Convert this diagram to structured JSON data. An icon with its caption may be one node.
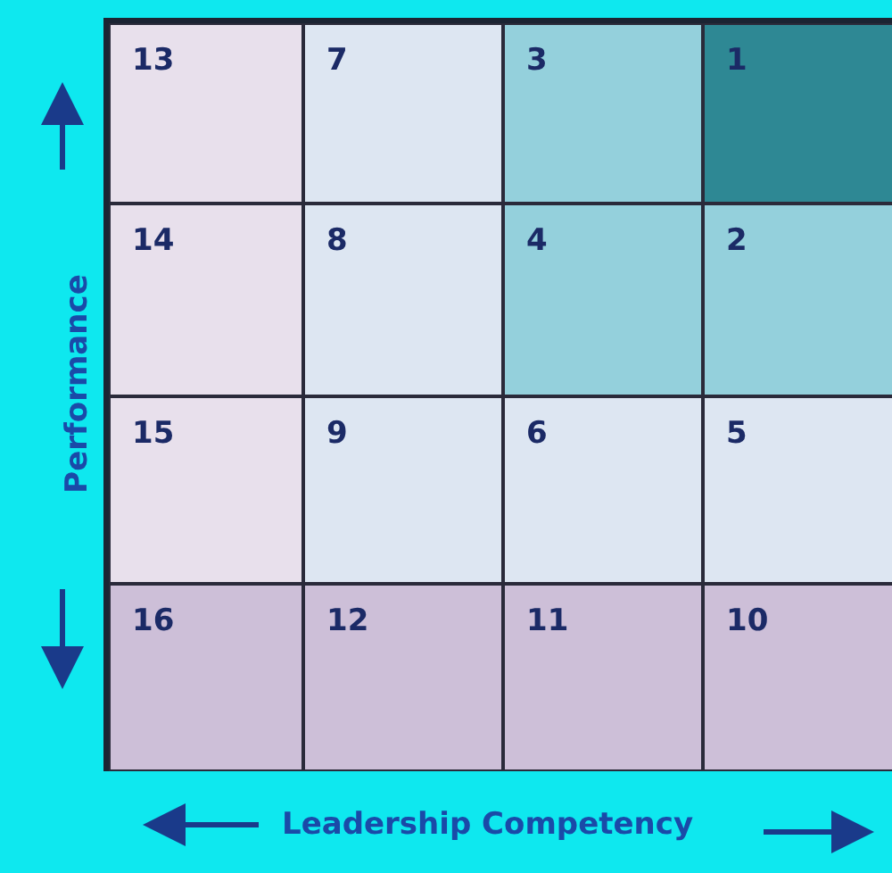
{
  "diagram": {
    "labels": [
      "13",
      "7",
      "3",
      "1",
      "14",
      "8",
      "4",
      "2",
      "15",
      "9",
      "6",
      "5",
      "16",
      "12",
      "11",
      "10",
      "Performance",
      "Leadership Competency"
    ]
  }
}
